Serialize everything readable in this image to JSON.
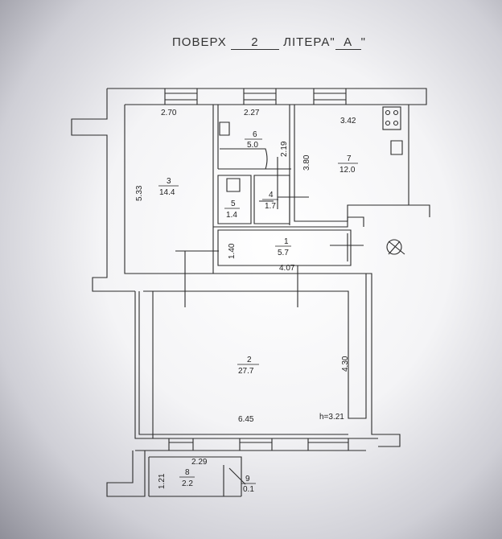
{
  "title": {
    "floor_label": "ПОВЕРХ",
    "floor_value": "2",
    "letter_label": "ЛІТЕРА",
    "letter_value": "А"
  },
  "dimensions": {
    "d270": "2.70",
    "d227": "2.27",
    "d342": "3.42",
    "d219": "2.19",
    "d533": "5.33",
    "d380": "3.80",
    "d140": "1.40",
    "d407": "4.07",
    "d430": "4.30",
    "d645": "6.45",
    "height": "h=3.21",
    "d229": "2.29",
    "d121": "1.21"
  },
  "rooms": [
    {
      "num": "1",
      "area": "5.7"
    },
    {
      "num": "2",
      "area": "27.7"
    },
    {
      "num": "3",
      "area": "14.4"
    },
    {
      "num": "4",
      "area": "1.7"
    },
    {
      "num": "5",
      "area": "1.4"
    },
    {
      "num": "6",
      "area": "5.0"
    },
    {
      "num": "7",
      "area": "12.0"
    },
    {
      "num": "8",
      "area": "2.2"
    },
    {
      "num": "9",
      "area": "0.1"
    }
  ],
  "icons": {
    "stove": "stove-icon",
    "toilet": "toilet-icon",
    "bathtub": "bathtub-icon",
    "sink": "sink-icon",
    "gas_meter": "gas-riser-icon"
  }
}
